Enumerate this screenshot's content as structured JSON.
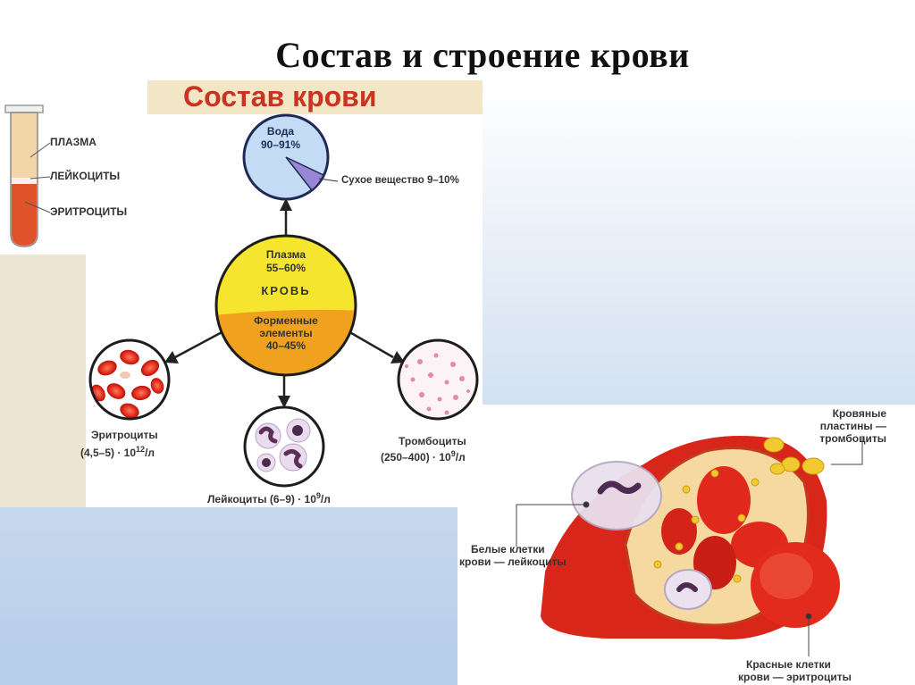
{
  "slide": {
    "title": "Состав и строение крови"
  },
  "composition": {
    "heading": "Состав крови",
    "tube_labels": [
      "ПЛАЗМА",
      "ЛЕЙКОЦИТЫ",
      "ЭРИТРОЦИТЫ"
    ],
    "water": {
      "label": "Вода",
      "value": "90–91%"
    },
    "dry_matter": "Сухое вещество 9–10%",
    "plasma": {
      "label": "Плазма",
      "value": "55–60%"
    },
    "blood": "КРОВЬ",
    "formed": {
      "label1": "Форменные",
      "label2": "элементы",
      "value": "40–45%"
    },
    "erythrocytes": {
      "label": "Эритроциты",
      "value": "(4,5–5) · 10",
      "exp": "12",
      "unit": "/л"
    },
    "leukocytes": {
      "label": "Лейкоциты (6–9) · 10",
      "exp": "9",
      "unit": "/л"
    },
    "thrombocytes": {
      "label": "Тромбоциты",
      "value": "(250–400) · 10",
      "exp": "9",
      "unit": "/л"
    }
  },
  "vessel": {
    "platelets_label": [
      "Кровяные",
      "пластины —",
      "тромбоциты"
    ],
    "white_cells_label": [
      "Белые клетки",
      "крови — лейкоциты"
    ],
    "red_cells_label": [
      "Красные клетки",
      "крови — эритроциты"
    ]
  },
  "colors": {
    "plasma": "#f5e52e",
    "formed": "#f0a11e",
    "water_circle": "#c3dbf3",
    "blood_red": "#e2231a",
    "heading": "#c8341f"
  }
}
